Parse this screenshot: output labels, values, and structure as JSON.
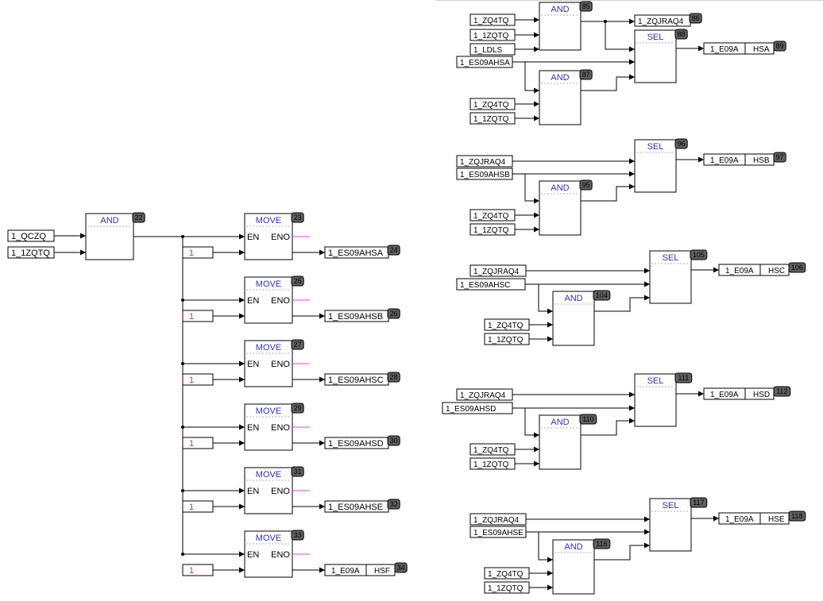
{
  "left": {
    "and_block": {
      "title": "AND",
      "num": "22",
      "inputs": [
        "1_QCZQ",
        "1_1ZQTQ"
      ]
    },
    "move_blocks": [
      {
        "title": "MOVE",
        "en": "EN",
        "eno": "ENO",
        "num": "23",
        "in": "1",
        "out": "1_ES09AHSA",
        "out_num": "24"
      },
      {
        "title": "MOVE",
        "en": "EN",
        "eno": "ENO",
        "num": "25",
        "in": "1",
        "out": "1_ES09AHSB",
        "out_num": "26"
      },
      {
        "title": "MOVE",
        "en": "EN",
        "eno": "ENO",
        "num": "27",
        "in": "1",
        "out": "1_ES09AHSC",
        "out_num": "28"
      },
      {
        "title": "MOVE",
        "en": "EN",
        "eno": "ENO",
        "num": "29",
        "in": "1",
        "out": "1_ES09AHSD",
        "out_num": "30"
      },
      {
        "title": "MOVE",
        "en": "EN",
        "eno": "ENO",
        "num": "31",
        "in": "1",
        "out": "1_ES09AHSE",
        "out_num": "32"
      },
      {
        "title": "MOVE",
        "en": "EN",
        "eno": "ENO",
        "num": "33",
        "in": "1",
        "out_a": "1_E09A",
        "out_b": "HSF",
        "out_num": "34"
      }
    ]
  },
  "right": [
    {
      "and1": {
        "title": "AND",
        "num": "85",
        "inputs": [
          "1_ZQ4TQ",
          "1_1ZQTQ",
          "1_LDLS"
        ]
      },
      "and1_out": "1_ZQJRAQ4",
      "and1_out_num": "86",
      "sel": {
        "title": "SEL",
        "num": "88"
      },
      "sel_in": "1_ES09AHSA",
      "and2": {
        "title": "AND",
        "num": "87",
        "inputs": [
          "1_ZQ4TQ",
          "1_1ZQTQ"
        ]
      },
      "out_a": "1_E09A",
      "out_b": "HSA",
      "out_num": "89"
    },
    {
      "g_in": "1_ZQJRAQ4",
      "sel_in": "1_ES09AHSB",
      "sel": {
        "title": "SEL",
        "num": "96"
      },
      "and2": {
        "title": "AND",
        "num": "95",
        "inputs": [
          "1_ZQ4TQ",
          "1_1ZQTQ"
        ]
      },
      "out_a": "1_E09A",
      "out_b": "HSB",
      "out_num": "97"
    },
    {
      "g_in": "1_ZQJRAQ4",
      "sel_in": "1_ES09AHSC",
      "sel": {
        "title": "SEL",
        "num": "105"
      },
      "and2": {
        "title": "AND",
        "num": "104",
        "inputs": [
          "1_ZQ4TQ",
          "1_1ZQTQ"
        ]
      },
      "out_a": "1_E09A",
      "out_b": "HSC",
      "out_num": "106"
    },
    {
      "g_in": "1_ZQJRAQ4",
      "sel_in": "1_ES09AHSD",
      "sel": {
        "title": "SEL",
        "num": "111"
      },
      "and2": {
        "title": "AND",
        "num": "110",
        "inputs": [
          "1_ZQ4TQ",
          "1_1ZQTQ"
        ]
      },
      "out_a": "1_E09A",
      "out_b": "HSD",
      "out_num": "112"
    },
    {
      "g_in": "1_ZQJRAQ4",
      "sel_in": "1_ES09AHSE",
      "sel": {
        "title": "SEL",
        "num": "117"
      },
      "and2": {
        "title": "AND",
        "num": "116",
        "inputs": [
          "1_ZQ4TQ",
          "1_1ZQTQ"
        ]
      },
      "out_a": "1_E09A",
      "out_b": "HSE",
      "out_num": "118"
    }
  ]
}
